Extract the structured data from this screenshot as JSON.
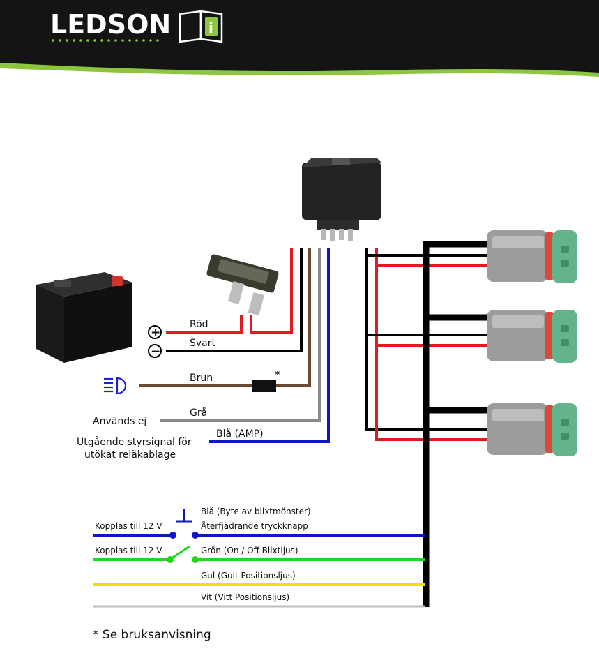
{
  "brand": {
    "name": "LEDSON",
    "info_glyph": "i"
  },
  "colors": {
    "header_bg": "#141414",
    "header_accent": "#8cc63f",
    "red": "#e01b24",
    "black": "#000000",
    "brown": "#6b4a32",
    "grey": "#8a8a8a",
    "blue": "#1016c8",
    "green": "#1ed81e",
    "yellow": "#f0e000",
    "white_wire": "#bdbdbd",
    "connector_seal": "#d94a3a",
    "connector_face": "#63b38c"
  },
  "labels": {
    "rod": "Röd",
    "svart": "Svart",
    "brun": "Brun",
    "gra": "Grå",
    "anvands_ej": "Används ej",
    "bla_amp": "Blå (AMP)",
    "utgaende_1": "Utgående styrsignal för",
    "utgaende_2": "utökat reläkablage",
    "fuse_star": "*",
    "plus": "+",
    "minus": "−",
    "bla_byte": "Blå (Byte av blixtmönster)",
    "aterfjadrande": "Återfjädrande tryckknapp",
    "kopplas_1": "Kopplas till 12 V",
    "kopplas_2": "Kopplas till 12 V",
    "gron": "Grön (On / Off Blixtljus)",
    "gul": "Gul (Gult Positionsljus)",
    "vit": "Vit (Vitt Positionsljus)"
  },
  "footnote": "* Se bruksanvisning"
}
